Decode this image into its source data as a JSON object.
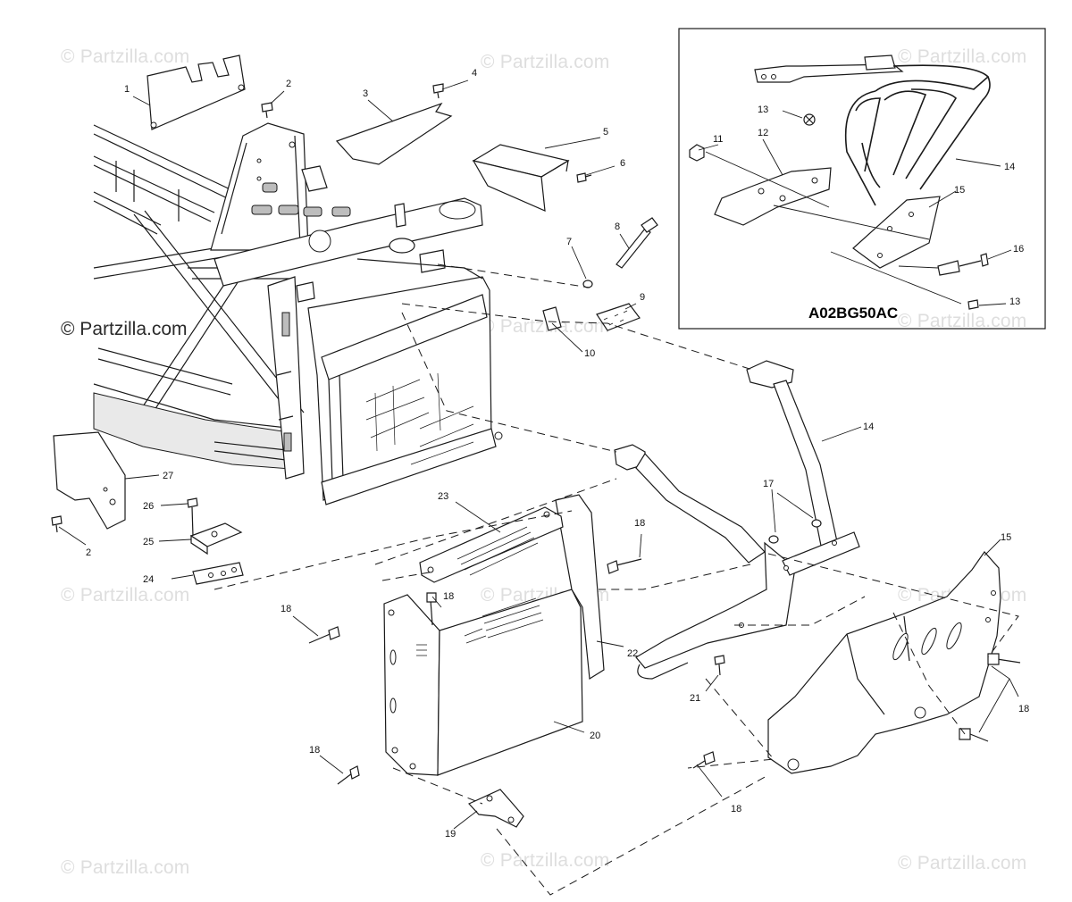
{
  "diagram": {
    "inset_code": "A02BG50AC",
    "watermark_text": "© Partzilla.com",
    "callouts": [
      {
        "id": "c1",
        "label": "1"
      },
      {
        "id": "c2a",
        "label": "2"
      },
      {
        "id": "c3",
        "label": "3"
      },
      {
        "id": "c4",
        "label": "4"
      },
      {
        "id": "c5",
        "label": "5"
      },
      {
        "id": "c6",
        "label": "6"
      },
      {
        "id": "c7",
        "label": "7"
      },
      {
        "id": "c8",
        "label": "8"
      },
      {
        "id": "c9",
        "label": "9"
      },
      {
        "id": "c10",
        "label": "10"
      },
      {
        "id": "c11",
        "label": "11"
      },
      {
        "id": "c12",
        "label": "12"
      },
      {
        "id": "c13a",
        "label": "13"
      },
      {
        "id": "c13b",
        "label": "13"
      },
      {
        "id": "c14a",
        "label": "14"
      },
      {
        "id": "c14b",
        "label": "14"
      },
      {
        "id": "c15a",
        "label": "15"
      },
      {
        "id": "c15b",
        "label": "15"
      },
      {
        "id": "c16",
        "label": "16"
      },
      {
        "id": "c17",
        "label": "17"
      },
      {
        "id": "c18a",
        "label": "18"
      },
      {
        "id": "c18b",
        "label": "18"
      },
      {
        "id": "c18c",
        "label": "18"
      },
      {
        "id": "c18d",
        "label": "18"
      },
      {
        "id": "c18e",
        "label": "18"
      },
      {
        "id": "c18f",
        "label": "18"
      },
      {
        "id": "c19",
        "label": "19"
      },
      {
        "id": "c20",
        "label": "20"
      },
      {
        "id": "c21",
        "label": "21"
      },
      {
        "id": "c22",
        "label": "22"
      },
      {
        "id": "c23",
        "label": "23"
      },
      {
        "id": "c24",
        "label": "24"
      },
      {
        "id": "c25",
        "label": "25"
      },
      {
        "id": "c26",
        "label": "26"
      },
      {
        "id": "c27",
        "label": "27"
      },
      {
        "id": "c2b",
        "label": "2"
      }
    ]
  }
}
